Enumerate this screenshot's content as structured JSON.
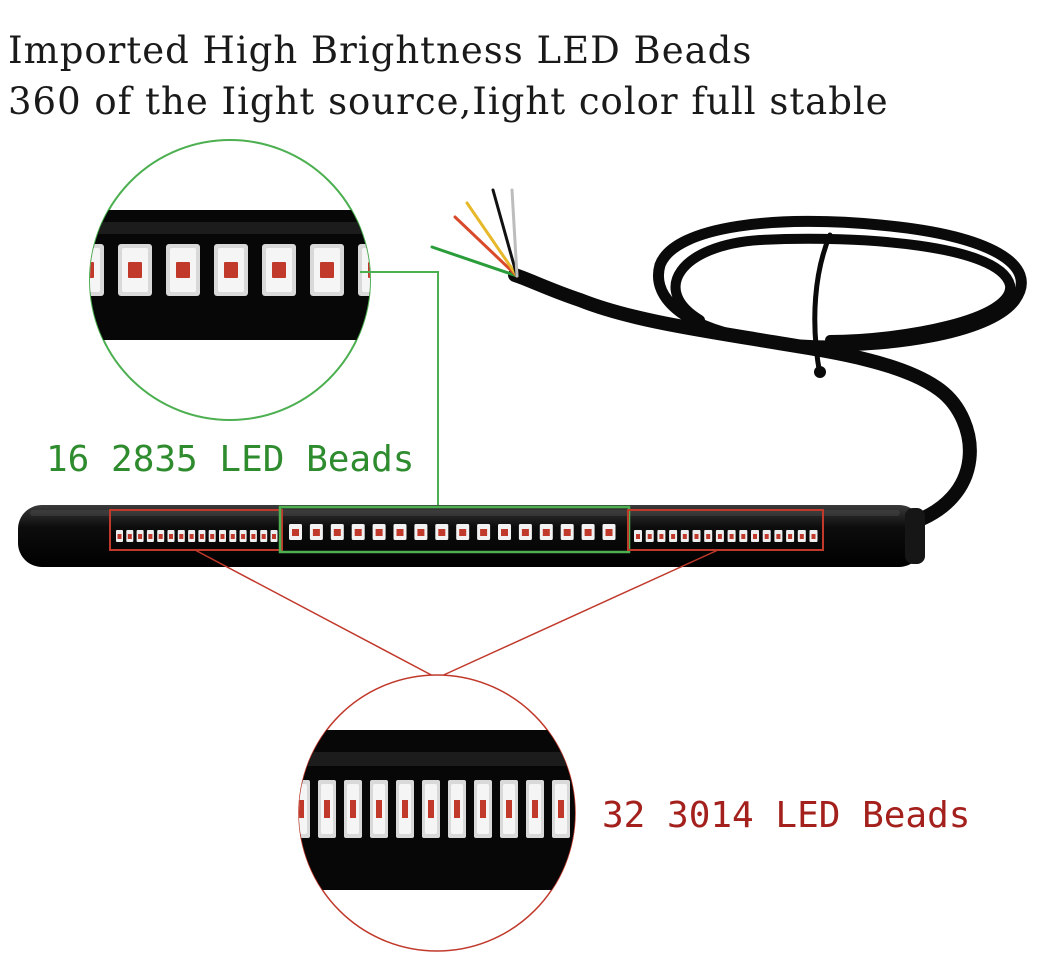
{
  "headline": {
    "line1": "Imported High Brightness LED Beads",
    "line2": "360 of the Iight source,Iight color full stable"
  },
  "callouts": {
    "beads_2835": "16 2835 LED Beads",
    "beads_3014": "32 3014 LED Beads"
  },
  "colors": {
    "green_callout": "#2e8b2e",
    "red_callout": "#a3201c",
    "strip_body": "#0b0b0b",
    "led_red": "#c0392b",
    "wire_colors": [
      "#2a9d3a",
      "#d94a2a",
      "#e6b82a",
      "#111111",
      "#cfcfcf"
    ]
  },
  "strip": {
    "led_2835_count": 16,
    "led_3014_left_count": 16,
    "led_3014_right_count": 16
  }
}
